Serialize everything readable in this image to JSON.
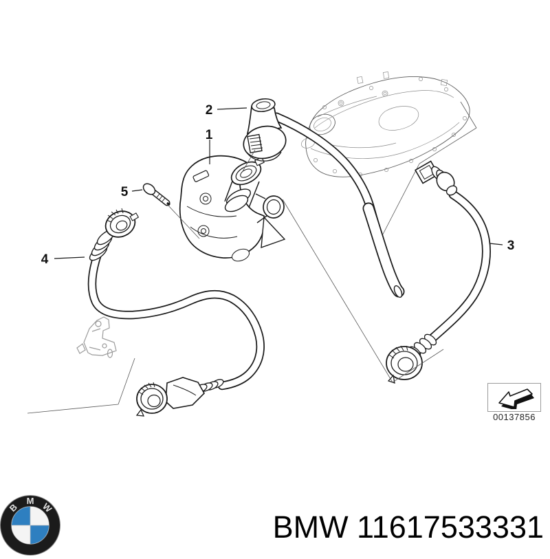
{
  "diagram": {
    "part_labels": [
      {
        "part": "1",
        "text": "1"
      },
      {
        "part": "2",
        "text": "2"
      },
      {
        "part": "3",
        "text": "3"
      },
      {
        "part": "4",
        "text": "4"
      },
      {
        "part": "5",
        "text": "5"
      }
    ],
    "catalog_number": "00137856"
  },
  "footer": {
    "title": "BMW 11617533331"
  },
  "logo": {
    "letters": [
      "B",
      "M",
      "W"
    ]
  },
  "colors": {
    "line": "#1a1a1a",
    "faint_line": "#9b9b9b",
    "cover_line": "#5a5a5a",
    "logo_blue": "#2e7fc0",
    "box_border": "#9a9a9a",
    "text": "#000000",
    "background": "#ffffff"
  }
}
